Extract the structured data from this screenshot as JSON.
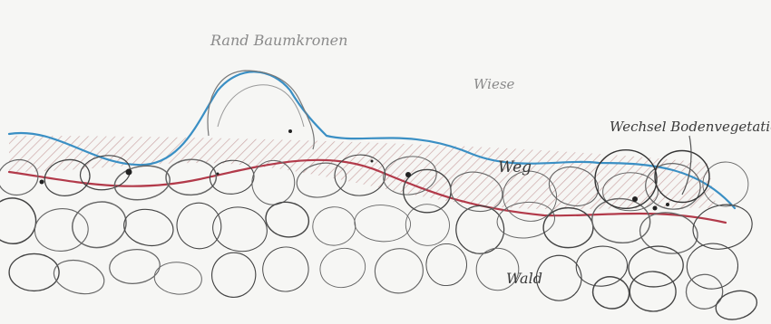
{
  "labels": {
    "rand_baumkronen": "Rand Baumkronen",
    "wiese": "Wiese",
    "wechsel_bodenvegetation": "Wechsel Bodenvegetation",
    "weg": "Weg",
    "wald": "Wald"
  },
  "colors": {
    "paper": "#f5f5f3",
    "pencil": "#4a4a4a",
    "blue_line": "#3a8fc4",
    "red_line": "#b23a4a",
    "hatch": "#c49a9a"
  }
}
